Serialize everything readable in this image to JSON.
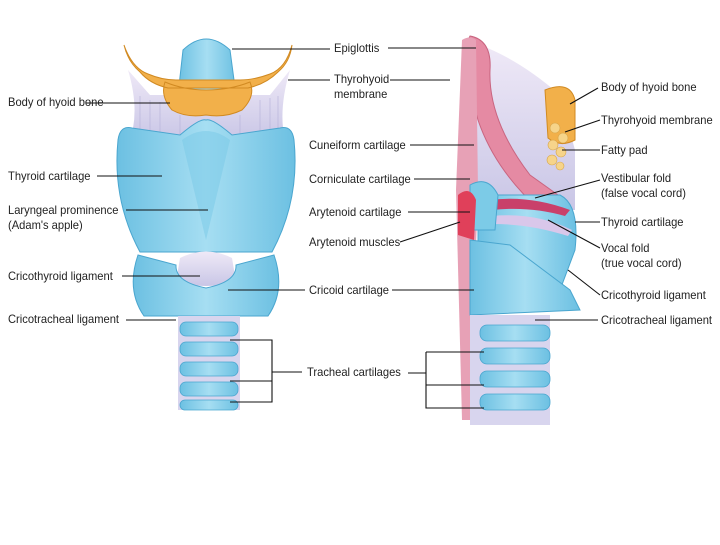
{
  "front_view": {
    "labels": {
      "body_of_hyoid_bone": "Body of hyoid bone",
      "thyroid_cartilage": "Thyroid cartilage",
      "laryngeal_prominence": "Laryngeal prominence",
      "adams_apple": "(Adam's apple)",
      "cricothyroid_ligament": "Cricothyroid ligament",
      "cricotracheal_ligament": "Cricotracheal ligament"
    }
  },
  "center_labels": {
    "epiglottis": "Epiglottis",
    "thyrohyoid": "Thyrohyoid",
    "membrane": "membrane",
    "cuneiform_cartilage": "Cuneiform cartilage",
    "corniculate_cartilage": "Corniculate cartilage",
    "arytenoid_cartilage": "Arytenoid cartilage",
    "arytenoid_muscles": "Arytenoid muscles",
    "cricoid_cartilage": "Cricoid cartilage",
    "tracheal_cartilages": "Tracheal cartilages"
  },
  "side_view": {
    "labels": {
      "body_of_hyoid_bone": "Body of hyoid bone",
      "thyrohyoid_membrane": "Thyrohyoid membrane",
      "fatty_pad": "Fatty pad",
      "vestibular_fold": "Vestibular fold",
      "false_vocal_cord": "(false vocal cord)",
      "thyroid_cartilage": "Thyroid cartilage",
      "vocal_fold": "Vocal fold",
      "true_vocal_cord": "(true vocal cord)",
      "cricothyroid_ligament": "Cricothyroid ligament",
      "cricotracheal_ligament": "Cricotracheal ligament"
    }
  },
  "colors": {
    "cartilage": "#8fd3ec",
    "cartilage_dark": "#5fb3d6",
    "membrane": "#d9d6ee",
    "bone": "#f2b04a",
    "mucosa": "#e58aa3",
    "muscle": "#e0405a",
    "line": "#111111"
  }
}
